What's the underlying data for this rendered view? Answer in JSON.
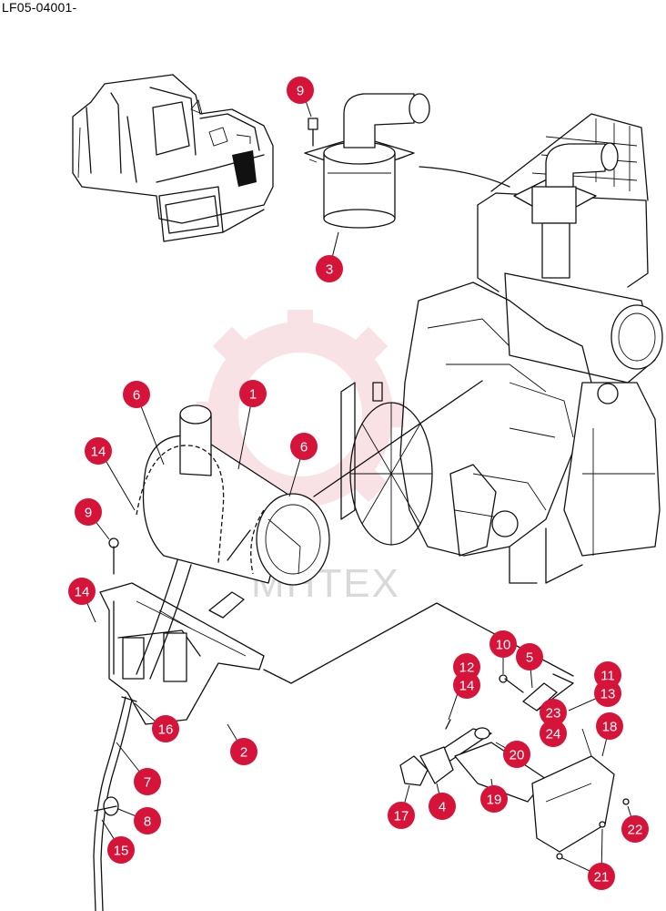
{
  "diagram": {
    "code": "LF05-04001-",
    "watermark": "MHTEX",
    "accent_color": "#d6143a",
    "callouts": [
      {
        "label": "9"
      },
      {
        "label": "3"
      },
      {
        "label": "6"
      },
      {
        "label": "1"
      },
      {
        "label": "14"
      },
      {
        "label": "6"
      },
      {
        "label": "9"
      },
      {
        "label": "14"
      },
      {
        "label": "16"
      },
      {
        "label": "2"
      },
      {
        "label": "7"
      },
      {
        "label": "8"
      },
      {
        "label": "15"
      },
      {
        "label": "10"
      },
      {
        "label": "12"
      },
      {
        "label": "14"
      },
      {
        "label": "5"
      },
      {
        "label": "11"
      },
      {
        "label": "13"
      },
      {
        "label": "23"
      },
      {
        "label": "24"
      },
      {
        "label": "18"
      },
      {
        "label": "20"
      },
      {
        "label": "19"
      },
      {
        "label": "4"
      },
      {
        "label": "17"
      },
      {
        "label": "22"
      },
      {
        "label": "21"
      }
    ]
  }
}
